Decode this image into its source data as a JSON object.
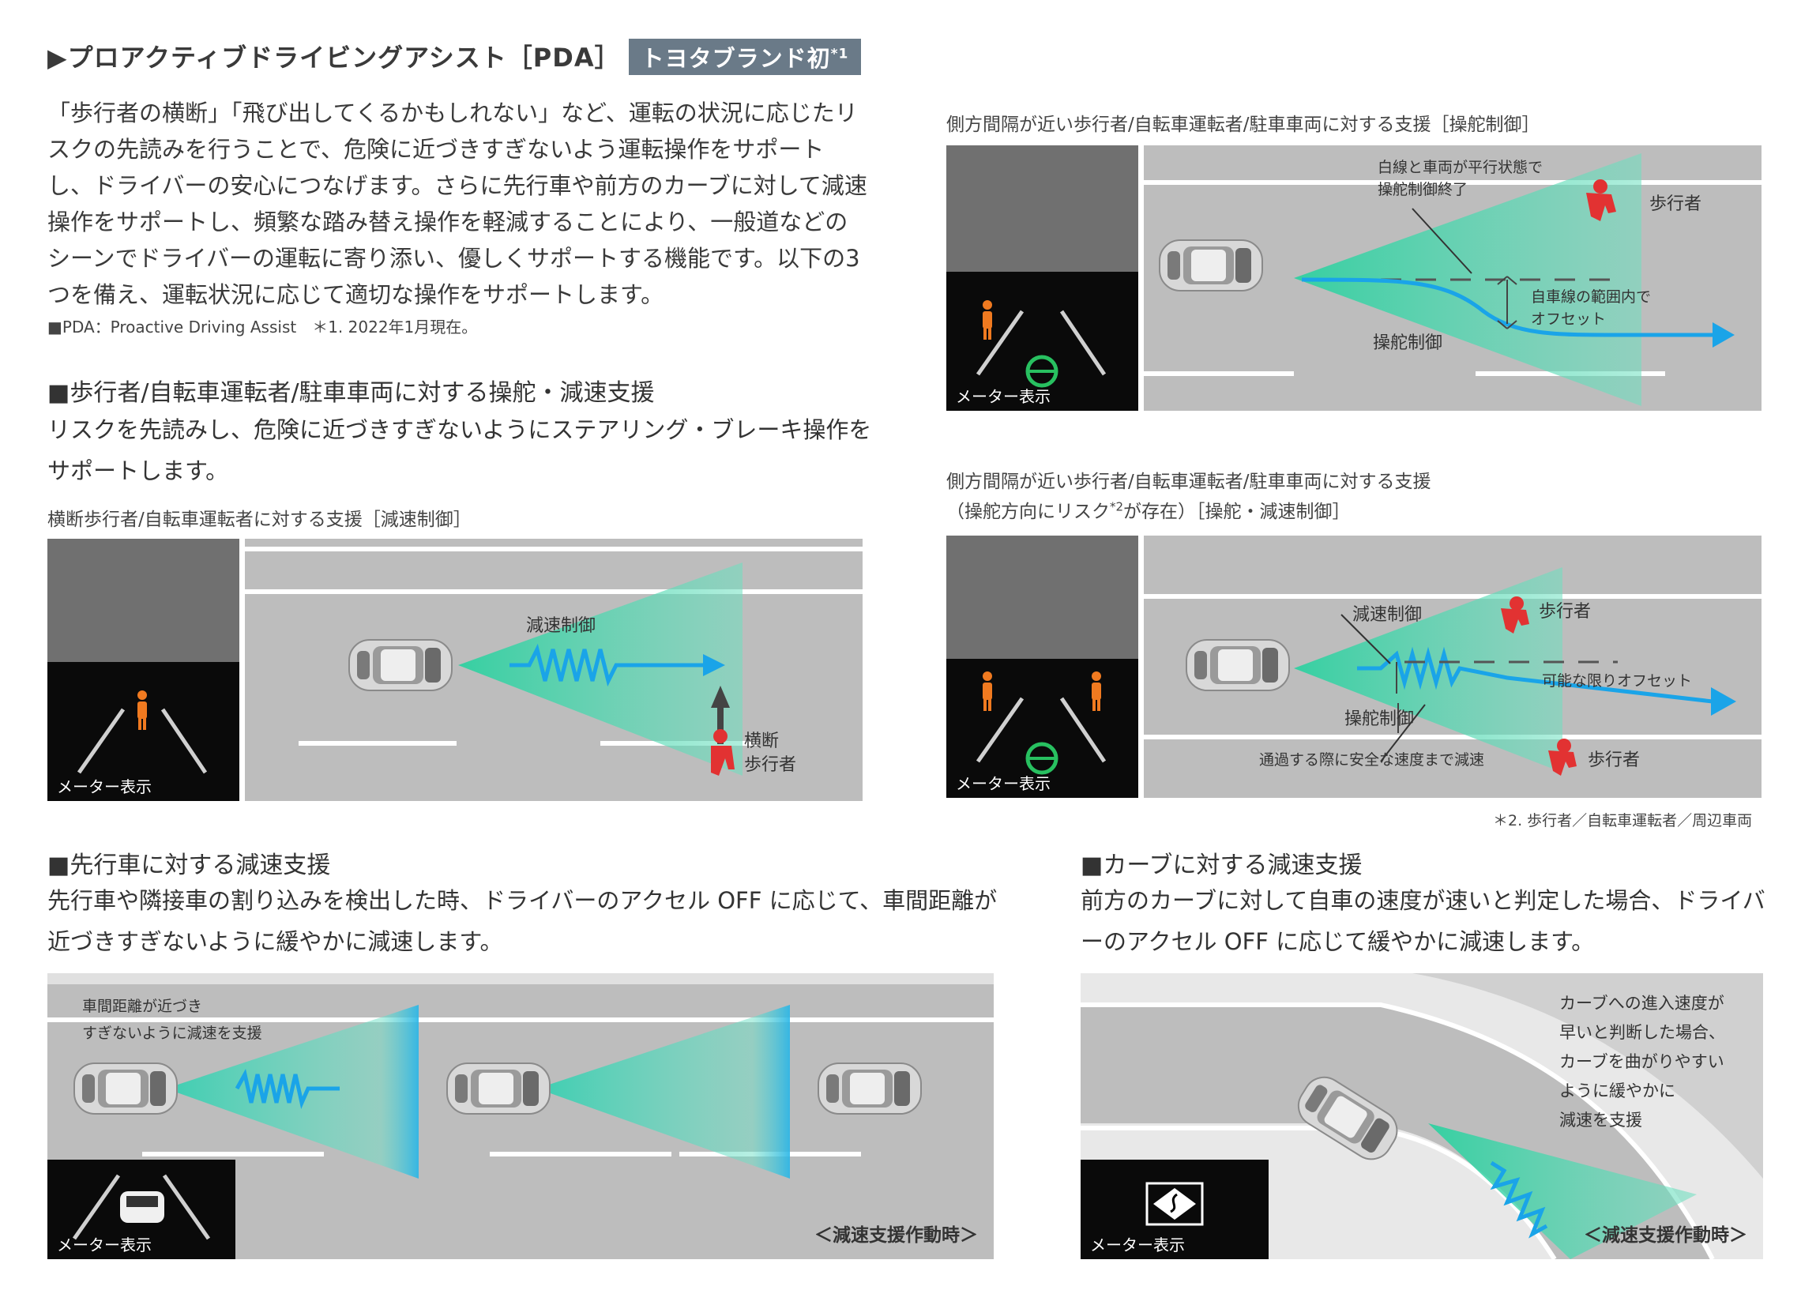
{
  "header": {
    "title": "▶プロアクティブドライビングアシスト［PDA］",
    "badge": "トヨタブランド初",
    "badge_sup": "*1"
  },
  "intro": {
    "text": "「歩行者の横断」「飛び出してくるかもしれない」など、運転の状況に応じたリスクの先読みを行うことで、危険に近づきすぎないよう運転操作をサポートし、ドライバーの安心につなげます。さらに先行車や前方のカーブに対して減速操作をサポートし、頻繁な踏み替え操作を軽減することにより、一般道などのシーンでドライバーの運転に寄り添い、優しくサポートする機能です。以下の3つを備え、運転状況に応じて適切な操作をサポートします。",
    "note": "■PDA：Proactive Driving Assist　＊1. 2022年1月現在。"
  },
  "section1": {
    "heading": "■歩行者/自転車運転者/駐車車両に対する操舵・減速支援",
    "desc": "リスクを先読みし、危険に近づきすぎないようにステアリング・ブレーキ操作をサポートします。",
    "diagramA": {
      "caption": "横断歩行者/自転車運転者に対する支援［減速制御］",
      "label_decel": "減速制御",
      "label_ped_1": "横断",
      "label_ped_2": "歩行者",
      "meter": "メーター表示"
    },
    "diagramB": {
      "caption": "側方間隔が近い歩行者/自転車運転者/駐車車両に対する支援［操舵制御］",
      "label_end_1": "白線と車両が平行状態で",
      "label_end_2": "操舵制御終了",
      "label_ped": "歩行者",
      "label_offset_1": "自車線の範囲内で",
      "label_offset_2": "オフセット",
      "label_steer": "操舵制御",
      "meter": "メーター表示"
    },
    "diagramC": {
      "caption_1": "側方間隔が近い歩行者/自転車運転者/駐車車両に対する支援",
      "caption_2a": "（操舵方向にリスク",
      "caption_2sup": "*2",
      "caption_2b": "が存在）［操舵・減速制御］",
      "label_decel": "減速制御",
      "label_ped_top": "歩行者",
      "label_offset": "可能な限りオフセット",
      "label_steer": "操舵制御",
      "label_ped_bottom": "歩行者",
      "label_speed": "通過する際に安全な速度まで減速",
      "meter": "メーター表示",
      "footnote": "＊2. 歩行者／自転車運転者／周辺車両"
    }
  },
  "section2": {
    "heading": "■先行車に対する減速支援",
    "desc": "先行車や隣接車の割り込みを検出した時、ドライバーのアクセル OFF に応じて、車間距離が近づきすぎないように緩やかに減速します。",
    "label_1": "車間距離が近づき",
    "label_2": "すぎないように減速を支援",
    "meter": "メーター表示",
    "status": "＜減速支援作動時＞"
  },
  "section3": {
    "heading": "■カーブに対する減速支援",
    "desc": "前方のカーブに対して自車の速度が速いと判定した場合、ドライバーのアクセル OFF に応じて緩やかに減速します。",
    "label_1": "カーブへの進入速度が",
    "label_2": "早いと判断した場合、",
    "label_3": "カーブを曲がりやすい",
    "label_4": "ように緩やかに",
    "label_5": "減速を支援",
    "meter": "メーター表示",
    "status": "＜減速支援作動時＞"
  },
  "colors": {
    "badge": "#6a7a88",
    "arrow": "#1aa4e8",
    "beam": "#4fd8b0",
    "pedestrian": "#e23232",
    "road": "#bdbdbd"
  }
}
